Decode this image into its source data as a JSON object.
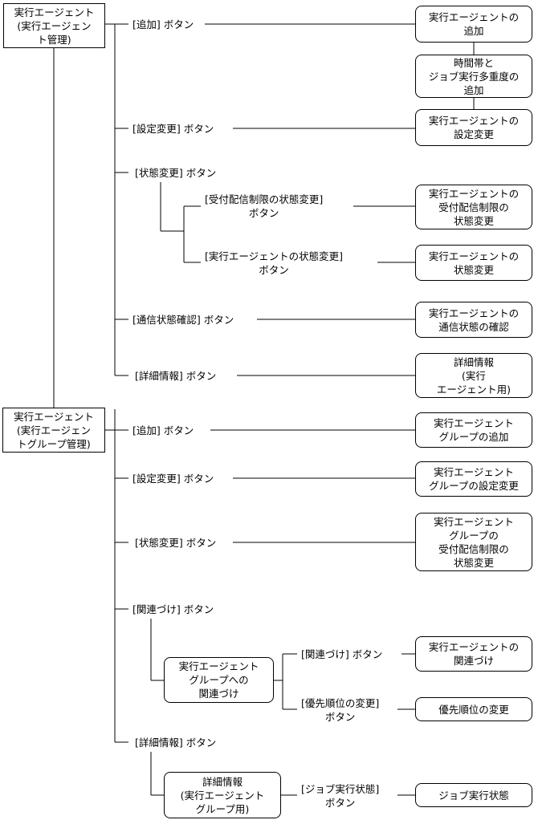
{
  "screens": {
    "agent_mgmt": "実行エージェント\n(実行エージェン\nト管理)",
    "group_mgmt": "実行エージェント\n(実行エージェン\nトグループ管理)"
  },
  "agent_section": {
    "add_button": "[追加] ボタン",
    "add_dialog": "実行エージェントの\n追加",
    "timezone_dialog": "時間帯と\nジョブ実行多重度の\n追加",
    "edit_button": "[設定変更] ボタン",
    "edit_dialog": "実行エージェントの\n設定変更",
    "status_button": "[状態変更] ボタン",
    "receive_limit_button": "[受付配信制限の状態変更]\nボタン",
    "receive_limit_dialog": "実行エージェントの\n受付配信制限の\n状態変更",
    "agent_status_button": "[実行エージェントの状態変更]\nボタン",
    "agent_status_dialog": "実行エージェントの\n状態変更",
    "comm_button": "[通信状態確認] ボタン",
    "comm_dialog": "実行エージェントの\n通信状態の確認",
    "detail_button": "[詳細情報] ボタン",
    "detail_dialog": "詳細情報\n(実行\nエージェント用)"
  },
  "group_section": {
    "add_button": "[追加] ボタン",
    "add_dialog": "実行エージェント\nグループの追加",
    "edit_button": "[設定変更] ボタン",
    "edit_dialog": "実行エージェント\nグループの設定変更",
    "status_button": "[状態変更] ボタン",
    "status_dialog": "実行エージェント\nグループの\n受付配信制限の\n状態変更",
    "assoc_button": "[関連づけ] ボタン",
    "assoc_dialog": "実行エージェント\nグループへの\n関連づけ",
    "assoc_sub_button": "[関連づけ] ボタン",
    "assoc_sub_dialog": "実行エージェントの\n関連づけ",
    "priority_button": "[優先順位の変更]\nボタン",
    "priority_dialog": "優先順位の変更",
    "detail_button": "[詳細情報] ボタン",
    "detail_dialog": "詳細情報\n(実行エージェント\nグループ用)",
    "job_status_button": "[ジョブ実行状態]\nボタン",
    "job_status_dialog": "ジョブ実行状態"
  }
}
